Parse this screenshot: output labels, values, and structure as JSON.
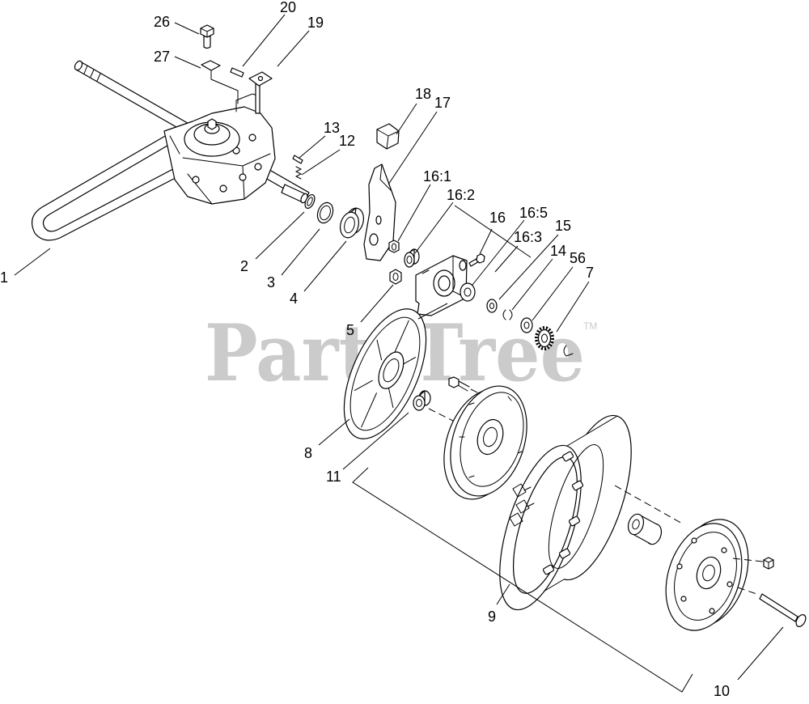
{
  "diagram": {
    "callouts": [
      "26",
      "20",
      "19",
      "27",
      "18",
      "17",
      "13",
      "12",
      "16:1",
      "16:2",
      "16",
      "16:5",
      "15",
      "16:3",
      "14",
      "56",
      "7",
      "1",
      "2",
      "3",
      "4",
      "5",
      "8",
      "11",
      "9",
      "10"
    ]
  },
  "watermark": {
    "text": "PartsTree",
    "tm": "TM"
  },
  "colors": {
    "line": "#000000",
    "background": "#ffffff",
    "watermark": "#cbcbcb"
  }
}
